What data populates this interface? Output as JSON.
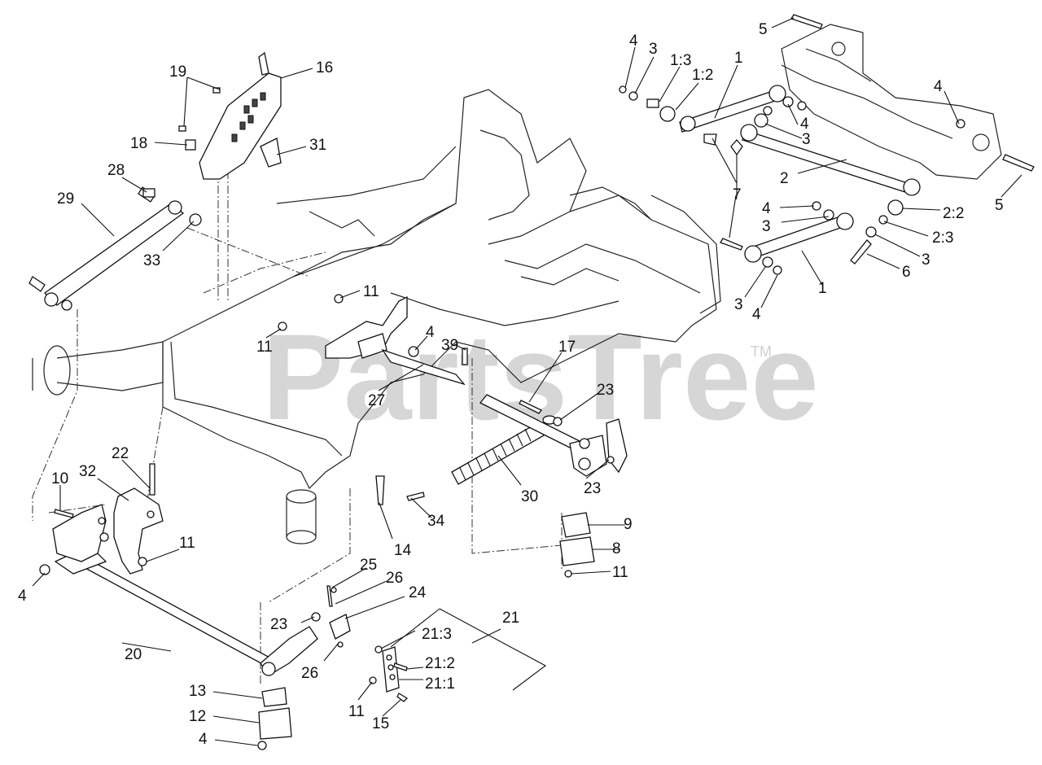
{
  "watermark": {
    "text": "PartsTree",
    "tm": "TM"
  },
  "callouts": [
    {
      "id": "c4a",
      "label": "4"
    },
    {
      "id": "c3a",
      "label": "3"
    },
    {
      "id": "c13a",
      "label": "1:3"
    },
    {
      "id": "c12a",
      "label": "1:2"
    },
    {
      "id": "c1a",
      "label": "1"
    },
    {
      "id": "c5a",
      "label": "5"
    },
    {
      "id": "c4b",
      "label": "4"
    },
    {
      "id": "c4c",
      "label": "4"
    },
    {
      "id": "c3b",
      "label": "3"
    },
    {
      "id": "c2a",
      "label": "2"
    },
    {
      "id": "c7a",
      "label": "7"
    },
    {
      "id": "c5b",
      "label": "5"
    },
    {
      "id": "c4d",
      "label": "4"
    },
    {
      "id": "c22a",
      "label": "2:2"
    },
    {
      "id": "c3c",
      "label": "3"
    },
    {
      "id": "c23a",
      "label": "2:3"
    },
    {
      "id": "c3d",
      "label": "3"
    },
    {
      "id": "c6a",
      "label": "6"
    },
    {
      "id": "c1b",
      "label": "1"
    },
    {
      "id": "c3e",
      "label": "3"
    },
    {
      "id": "c4e",
      "label": "4"
    },
    {
      "id": "c19a",
      "label": "19"
    },
    {
      "id": "c16a",
      "label": "16"
    },
    {
      "id": "c18a",
      "label": "18"
    },
    {
      "id": "c31a",
      "label": "31"
    },
    {
      "id": "c28a",
      "label": "28"
    },
    {
      "id": "c29a",
      "label": "29"
    },
    {
      "id": "c33a",
      "label": "33"
    },
    {
      "id": "c11a",
      "label": "11"
    },
    {
      "id": "c11b",
      "label": "11"
    },
    {
      "id": "c4f",
      "label": "4"
    },
    {
      "id": "c39a",
      "label": "39"
    },
    {
      "id": "c27a",
      "label": "27"
    },
    {
      "id": "c17a",
      "label": "17"
    },
    {
      "id": "c23b",
      "label": "23"
    },
    {
      "id": "c23c",
      "label": "23"
    },
    {
      "id": "c30a",
      "label": "30"
    },
    {
      "id": "c22b",
      "label": "22"
    },
    {
      "id": "c10a",
      "label": "10"
    },
    {
      "id": "c32a",
      "label": "32"
    },
    {
      "id": "c34a",
      "label": "34"
    },
    {
      "id": "c14a",
      "label": "14"
    },
    {
      "id": "c9a",
      "label": "9"
    },
    {
      "id": "c8a",
      "label": "8"
    },
    {
      "id": "c11c",
      "label": "11"
    },
    {
      "id": "c11d",
      "label": "11"
    },
    {
      "id": "c4g",
      "label": "4"
    },
    {
      "id": "c25a",
      "label": "25"
    },
    {
      "id": "c26a",
      "label": "26"
    },
    {
      "id": "c24a",
      "label": "24"
    },
    {
      "id": "c21a",
      "label": "21"
    },
    {
      "id": "c23d",
      "label": "23"
    },
    {
      "id": "c213a",
      "label": "21:3"
    },
    {
      "id": "c20a",
      "label": "20"
    },
    {
      "id": "c212a",
      "label": "21:2"
    },
    {
      "id": "c26b",
      "label": "26"
    },
    {
      "id": "c211a",
      "label": "21:1"
    },
    {
      "id": "c13b",
      "label": "13"
    },
    {
      "id": "c11e",
      "label": "11"
    },
    {
      "id": "c15a",
      "label": "15"
    },
    {
      "id": "c12b",
      "label": "12"
    },
    {
      "id": "c4h",
      "label": "4"
    }
  ]
}
